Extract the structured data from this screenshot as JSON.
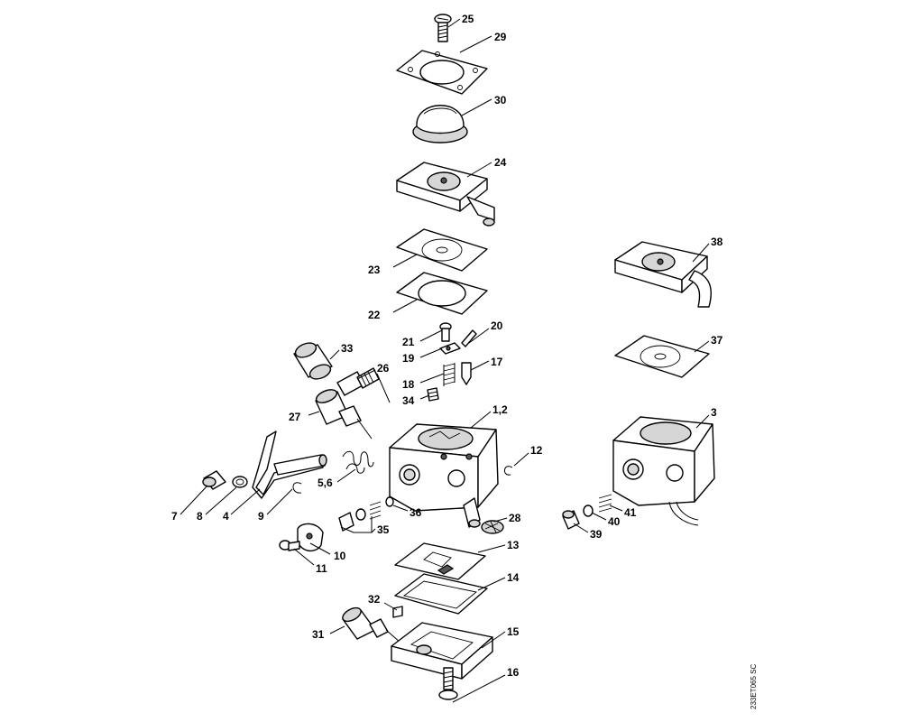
{
  "diagram_code": "233ET065 SC",
  "parts": [
    {
      "id": "p25",
      "label": "25"
    },
    {
      "id": "p29",
      "label": "29"
    },
    {
      "id": "p30",
      "label": "30"
    },
    {
      "id": "p24",
      "label": "24"
    },
    {
      "id": "p23",
      "label": "23"
    },
    {
      "id": "p22",
      "label": "22"
    },
    {
      "id": "p21",
      "label": "21"
    },
    {
      "id": "p20",
      "label": "20"
    },
    {
      "id": "p19",
      "label": "19"
    },
    {
      "id": "p18",
      "label": "18"
    },
    {
      "id": "p17",
      "label": "17"
    },
    {
      "id": "p34",
      "label": "34"
    },
    {
      "id": "p33",
      "label": "33"
    },
    {
      "id": "p26",
      "label": "26"
    },
    {
      "id": "p27",
      "label": "27"
    },
    {
      "id": "p1_2",
      "label": "1,2"
    },
    {
      "id": "p12",
      "label": "12"
    },
    {
      "id": "p5_6",
      "label": "5,6"
    },
    {
      "id": "p36",
      "label": "36"
    },
    {
      "id": "p35",
      "label": "35"
    },
    {
      "id": "p28",
      "label": "28"
    },
    {
      "id": "p13",
      "label": "13"
    },
    {
      "id": "p14",
      "label": "14"
    },
    {
      "id": "p7",
      "label": "7"
    },
    {
      "id": "p8",
      "label": "8"
    },
    {
      "id": "p4",
      "label": "4"
    },
    {
      "id": "p9",
      "label": "9"
    },
    {
      "id": "p10",
      "label": "10"
    },
    {
      "id": "p11",
      "label": "11"
    },
    {
      "id": "p32",
      "label": "32"
    },
    {
      "id": "p31",
      "label": "31"
    },
    {
      "id": "p15",
      "label": "15"
    },
    {
      "id": "p16",
      "label": "16"
    },
    {
      "id": "p38",
      "label": "38"
    },
    {
      "id": "p37",
      "label": "37"
    },
    {
      "id": "p3",
      "label": "3"
    },
    {
      "id": "p41",
      "label": "41"
    },
    {
      "id": "p40",
      "label": "40"
    },
    {
      "id": "p39",
      "label": "39"
    }
  ]
}
